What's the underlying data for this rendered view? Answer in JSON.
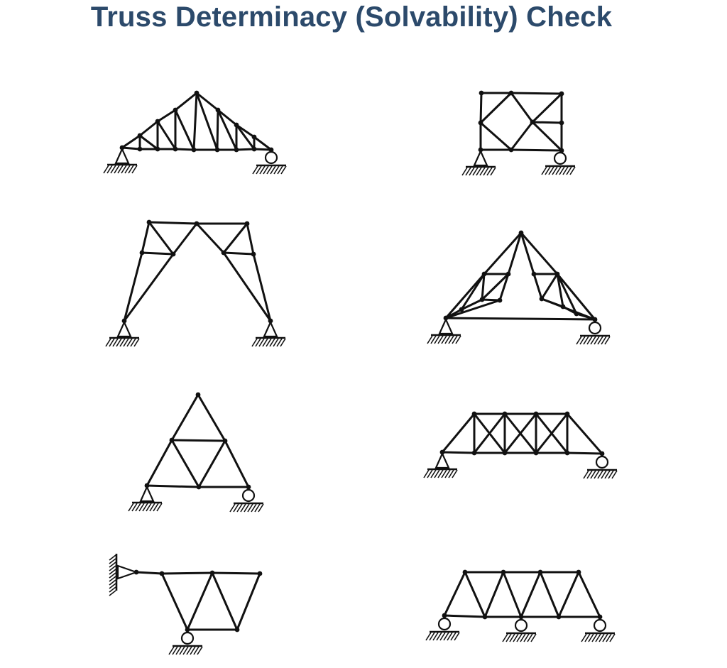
{
  "title": "Truss Determinacy (Solvability) Check",
  "colors": {
    "title": "#2c4a6b",
    "ink": "#111111",
    "background": "#ffffff"
  },
  "trusses": [
    {
      "id": "truss-1",
      "row": 1,
      "column": "left",
      "supports": [
        "pin",
        "roller"
      ]
    },
    {
      "id": "truss-2",
      "row": 1,
      "column": "right",
      "supports": [
        "pin",
        "roller"
      ]
    },
    {
      "id": "truss-3",
      "row": 2,
      "column": "left",
      "supports": [
        "pin",
        "pin"
      ]
    },
    {
      "id": "truss-4",
      "row": 2,
      "column": "right",
      "supports": [
        "pin",
        "roller"
      ]
    },
    {
      "id": "truss-5",
      "row": 3,
      "column": "left",
      "supports": [
        "pin",
        "roller"
      ]
    },
    {
      "id": "truss-6",
      "row": 3,
      "column": "right",
      "supports": [
        "pin",
        "roller"
      ]
    },
    {
      "id": "truss-7",
      "row": 4,
      "column": "left",
      "supports": [
        "wall-pin",
        "roller"
      ]
    },
    {
      "id": "truss-8",
      "row": 4,
      "column": "right",
      "supports": [
        "roller",
        "roller",
        "roller"
      ]
    }
  ]
}
